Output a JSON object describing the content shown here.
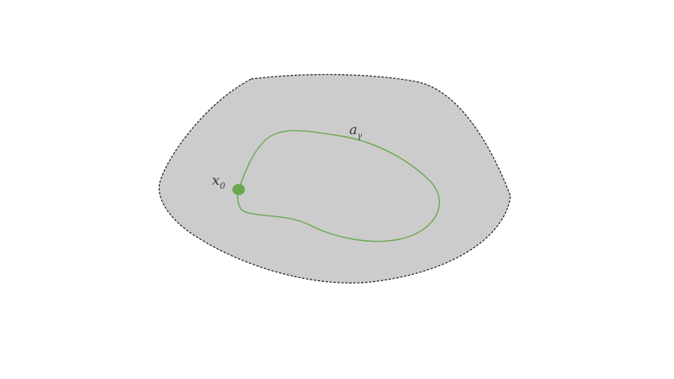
{
  "diagram": {
    "region_fill": "#cccccc",
    "region_stroke": "#1a1a1a",
    "loop_stroke": "#6aa84f",
    "point_fill": "#6aa84f",
    "point_label": {
      "base": "x",
      "sub": "0"
    },
    "loop_label": {
      "base": "a",
      "sub": "γ"
    }
  }
}
